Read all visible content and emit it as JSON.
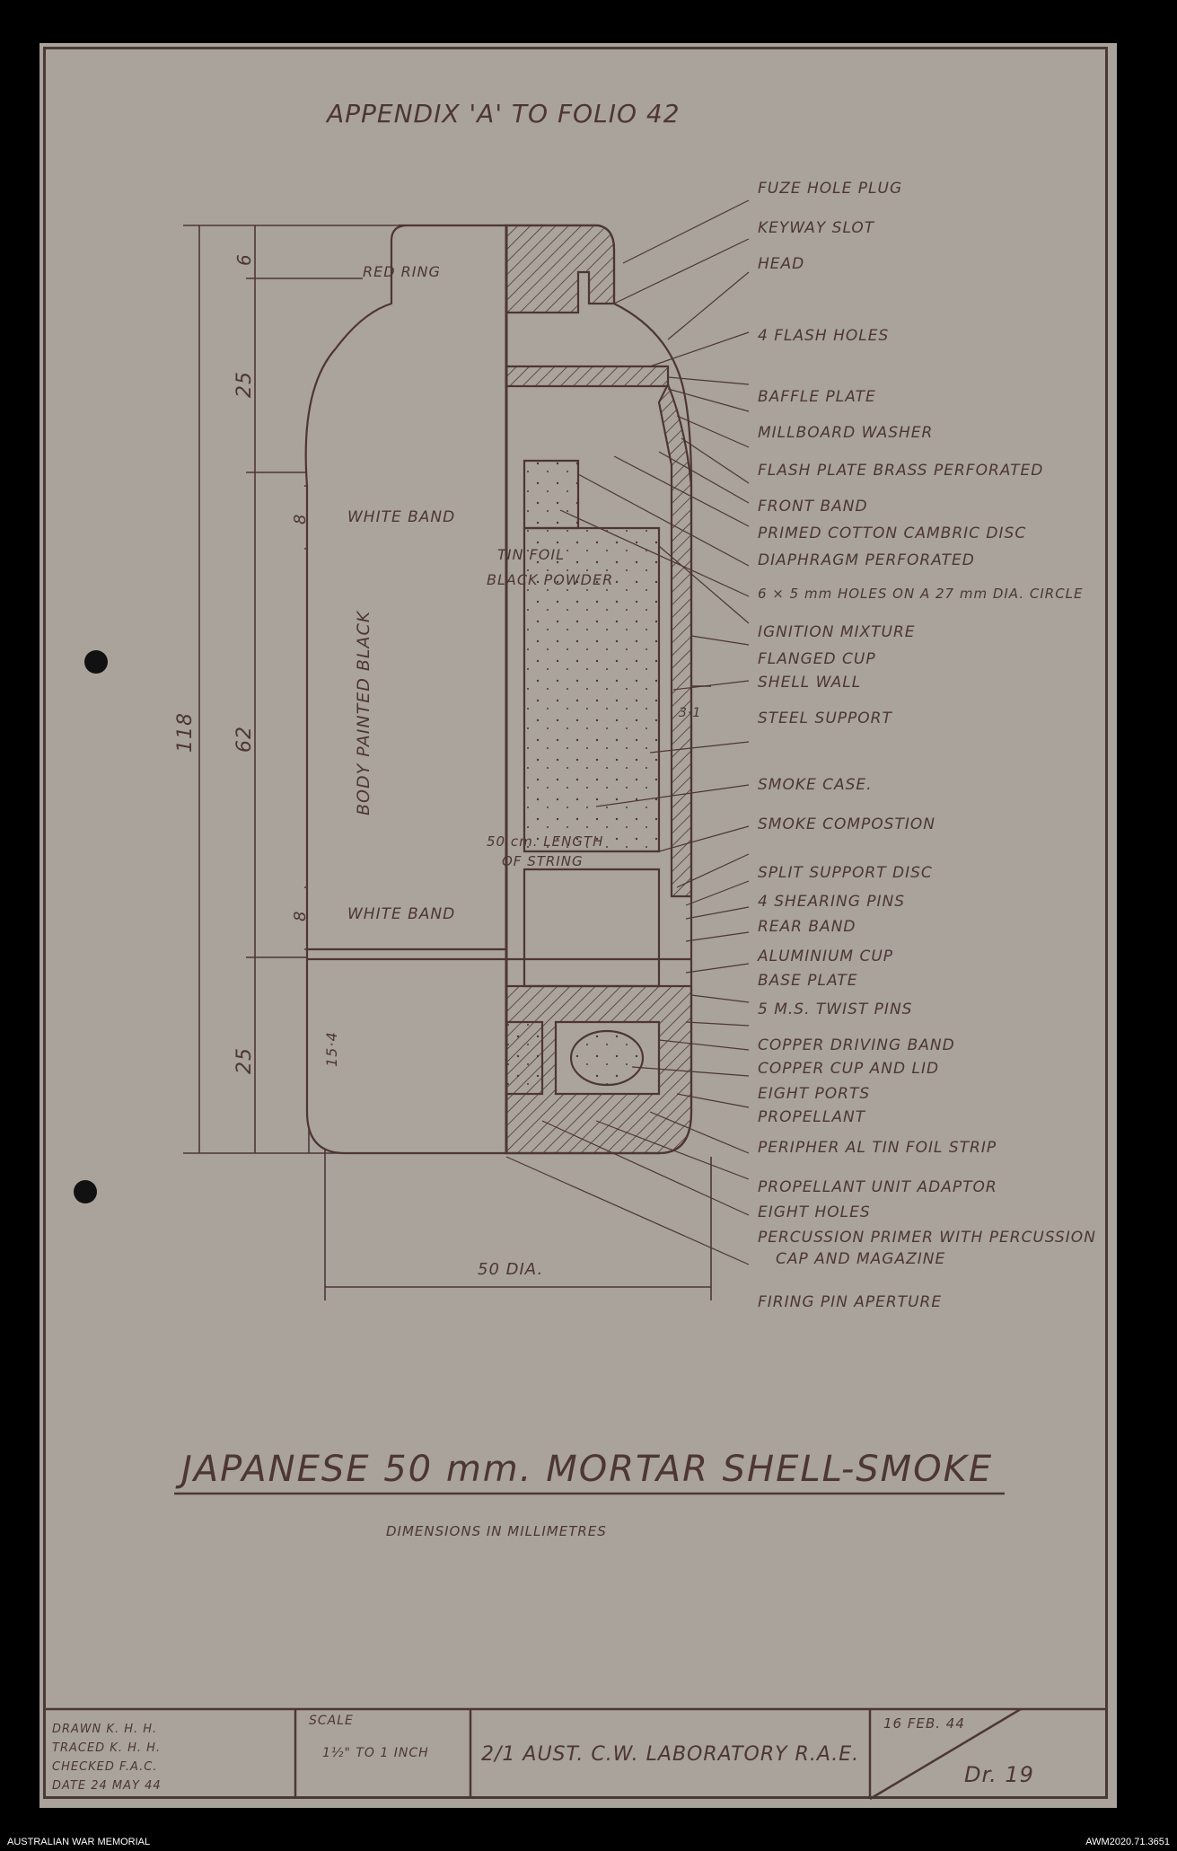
{
  "header": {
    "appendix": "APPENDIX 'A' TO FOLIO 42"
  },
  "labels": [
    "FUZE HOLE PLUG",
    "KEYWAY SLOT",
    "HEAD",
    "4 FLASH HOLES",
    "BAFFLE    PLATE",
    "MILLBOARD WASHER",
    "FLASH PLATE BRASS PERFORATED",
    "FRONT BAND",
    "PRIMED COTTON CAMBRIC DISC",
    "DIAPHRAGM PERFORATED",
    "6 × 5 mm HOLES ON A 27 mm DIA. CIRCLE",
    "IGNITION MIXTURE",
    "FLANGED CUP",
    "SHELL WALL",
    "STEEL SUPPORT",
    "SMOKE CASE.",
    "SMOKE COMPOSTION",
    "SPLIT SUPPORT DISC",
    "4 SHEARING PINS",
    "REAR BAND",
    "ALUMINIUM CUP",
    "BASE PLATE",
    "5 M.S. TWIST    PINS",
    "COPPER DRIVING BAND",
    "COPPER CUP AND LID",
    "EIGHT PORTS",
    "PROPELLANT",
    "PERIPHER AL TIN FOIL STRIP",
    "PROPELLANT UNIT ADAPTOR",
    "EIGHT HOLES",
    "PERCUSSION PRIMER WITH PERCUSSION",
    "CAP AND MAGAZINE",
    "FIRING PIN APERTURE"
  ],
  "body_labels": {
    "red_ring": "RED RING",
    "white_band_top": "WHITE BAND",
    "white_band_bottom": "WHITE BAND",
    "body_painted": "BODY PAINTED BLACK",
    "tin_foil": "TIN FOIL",
    "black_powder": "BLACK POWDER",
    "string_1": "50 cm. LENGTH",
    "string_2": "OF STRING",
    "wall_dim": "3·1"
  },
  "dimensions": {
    "overall": "118",
    "head": "6",
    "ogive": "25",
    "body": "62",
    "tail": "25",
    "band_top": "8",
    "band_bottom": "8",
    "base": "15·4",
    "diameter": "50 DIA."
  },
  "title": {
    "main": "JAPANESE   50 mm.   MORTAR   SHELL-SMOKE",
    "sub": "DIMENSIONS  IN  MILLIMETRES"
  },
  "title_block": {
    "drawn": "DRAWN   K. H. H.",
    "traced": "TRACED   K. H. H.",
    "checked": "CHECKED   F.A.C.",
    "date": "DATE   24 MAY  44",
    "scale_label": "SCALE",
    "scale_value": "1½\" TO 1 INCH",
    "laboratory": "2/1 AUST. C.W. LABORATORY R.A.E.",
    "issue_date": "16 FEB. 44",
    "drawing_no": "Dr. 19"
  },
  "footer": {
    "left": "AUSTRALIAN WAR MEMORIAL",
    "right": "AWM2020.71.3651"
  },
  "colors": {
    "paper": "#a9a39c",
    "ink": "#4d3633",
    "border": "#000000"
  }
}
